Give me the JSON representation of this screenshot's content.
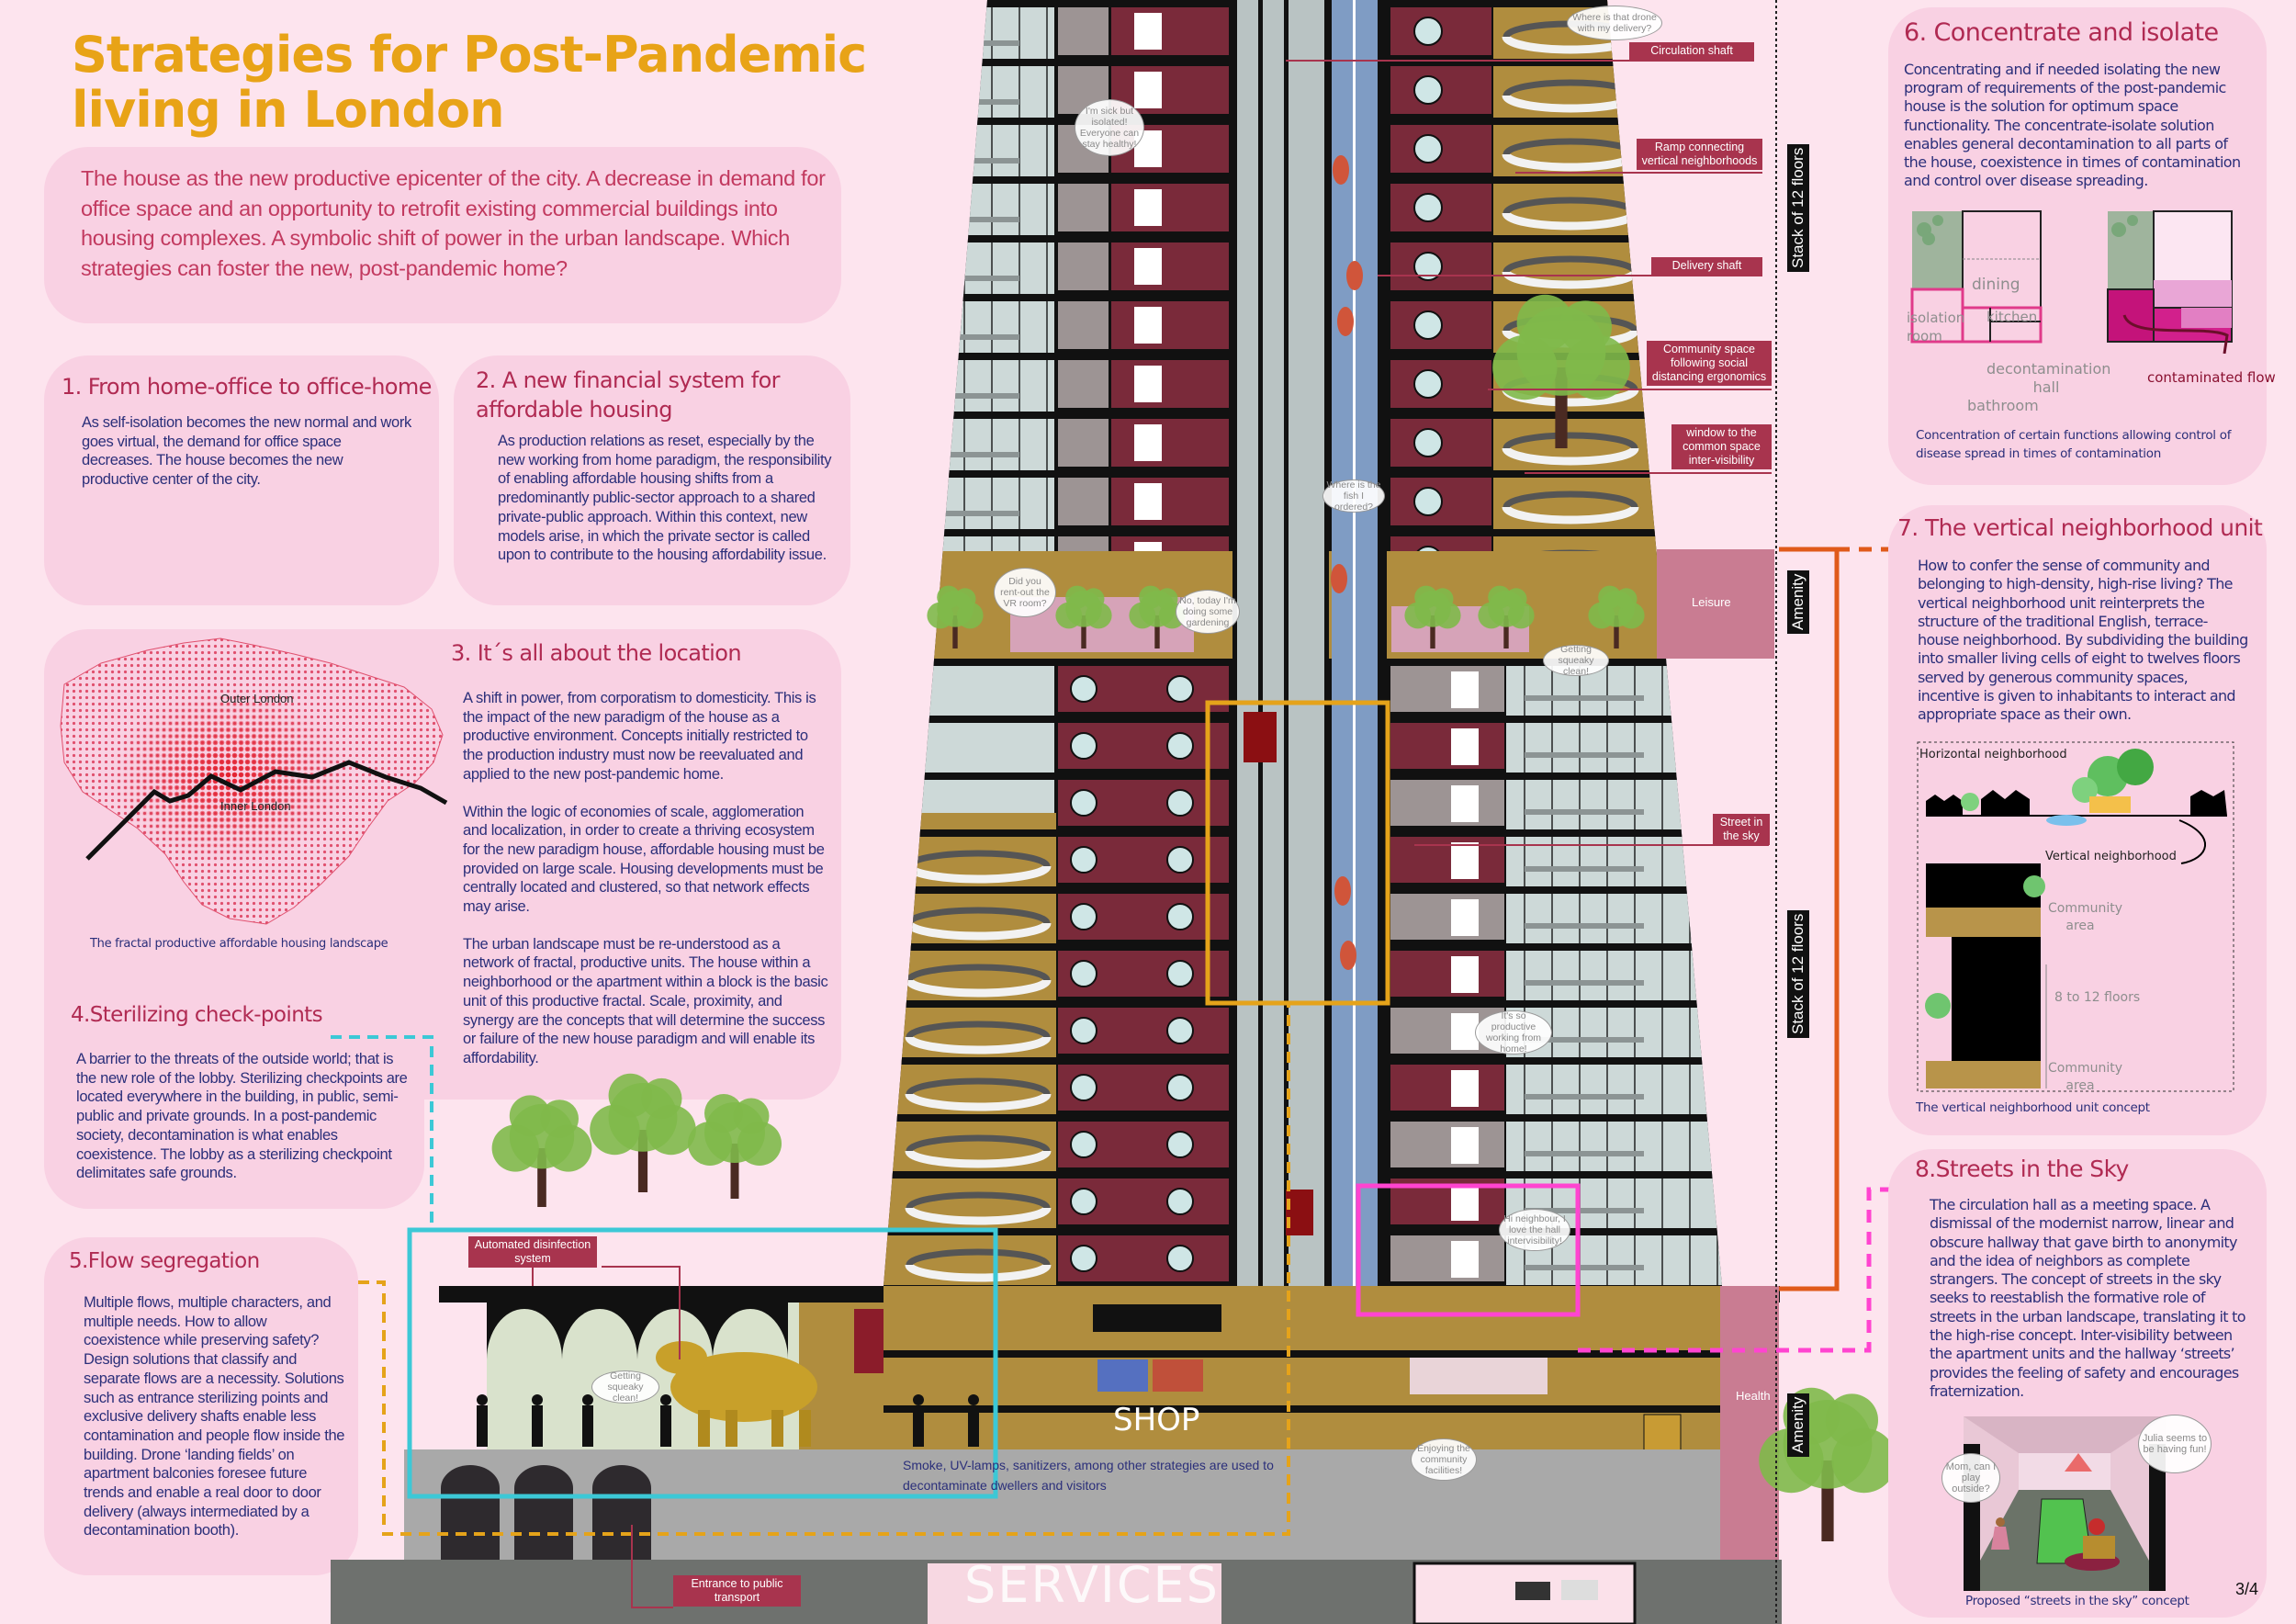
{
  "title": {
    "line1": "Strategies for Post-Pandemic",
    "line2": "living in London"
  },
  "intro": "The house as the new productive epicenter of the city. A decrease in demand for office space and an opportunity to retrofit existing commercial buildings into housing complexes. A symbolic shift of power in the urban landscape. Which strategies can foster the new, post-pandemic home?",
  "s1": {
    "heading": "1. From home-office to office-home",
    "body": "As self-isolation becomes the new normal and work goes virtual, the demand for office space decreases. The house becomes the new productive center of the city."
  },
  "s2": {
    "heading": "2. A new financial system for affordable housing",
    "body": "As production relations as reset, especially by the new working from home paradigm, the responsibility of enabling affordable housing shifts from a predominantly public-sector approach to a shared private-public approach. Within this context, new models arise, in which the private sector is called upon to contribute to the housing affordability issue."
  },
  "map": {
    "outer_label": "Outer London",
    "inner_label": "Inner London",
    "caption": "The fractal productive affordable housing landscape"
  },
  "s3": {
    "heading": "3. It´s all about the location",
    "paras": [
      "A shift in power, from corporatism to domesticity. This is the impact of the new paradigm of the house as a productive environment. Concepts initially restricted to the production industry must now be reevaluated and applied to the new post-pandemic home.",
      "Within the logic of economies of scale, agglomeration and localization, in order to create a thriving ecosystem for the new paradigm house, affordable housing must be provided on large scale. Housing developments must be centrally located and clustered, so that network effects may arise.",
      "The urban landscape must be re-understood as a network of fractal, productive units. The house within a neighborhood or the apartment within a block is the basic unit of this productive fractal. Scale, proximity, and synergy are the concepts that will determine the success or failure of the new house paradigm and will enable its affordability."
    ]
  },
  "s4": {
    "heading": "4.Sterilizing check-points",
    "body": "A barrier to the threats of the outside world; that is the new role of the lobby. Sterilizing checkpoints are located everywhere in the building, in public, semi-public and private grounds. In a post-pandemic society, decontamination is what enables coexistence. The lobby as a sterilizing checkpoint delimitates safe grounds."
  },
  "s5": {
    "heading": "5.Flow segregation",
    "body": "Multiple flows, multiple characters, and multiple needs. How to allow coexistence while preserving safety? Design solutions that classify and separate flows are a necessity. Solutions such as entrance sterilizing points and exclusive delivery shafts enable less contamination and people flow inside the building. Drone ‘landing fields’ on apartment balconies foresee future trends and enable a real door to door delivery (always intermediated by a decontamination booth)."
  },
  "s6": {
    "heading": "6. Concentrate and isolate",
    "body": "Concentrating and if needed isolating the new program of requirements of the post-pandemic house is the solution for optimum space functionality. The concentrate-isolate solution enables general decontamination to all parts of the house, coexistence in times of contamination and control over disease spreading.",
    "labels": {
      "dining": "dining",
      "isolation": "isolation room",
      "kitchen": "kitchen",
      "decon": "decontamination hall",
      "bathroom": "bathroom",
      "flow": "contaminated flow"
    },
    "caption": "Concentration of certain functions allowing control of disease spread in times of contamination"
  },
  "s7": {
    "heading": "7. The vertical neighborhood unit",
    "body": "How to confer the sense of community and belonging to high-density, high-rise living? The vertical neighborhood unit reinterprets the structure of the traditional English, terrace-house neighborhood. By subdividing the building into smaller living cells of eight to twelves floors served by generous community spaces, incentive is given to inhabitants to interact and appropriate space as their own.",
    "labels": {
      "horizontal": "Horizontal neighborhood",
      "vertical": "Vertical neighborhood",
      "community_top": "Community area",
      "floors": "8 to 12 floors",
      "community_bottom": "Community area"
    },
    "caption": "The vertical neighborhood unit concept"
  },
  "s8": {
    "heading": "8.Streets in the Sky",
    "body": "The circulation hall as a meeting space. A dismissal of the modernist narrow, linear and obscure hallway that gave birth to anonymity and the idea of neighbors as complete strangers.  The concept of streets in the sky seeks to reestablish the formative role of streets in the urban landscape, translating it to the high-rise concept. Inter-visibility between the apartment units and the hallway ‘streets’ provides the feeling of safety and encourages fraternization.",
    "bubble_left": "Mom, can I play outside?",
    "bubble_right": "Julia seems to be having fun!",
    "caption": "Proposed “streets in the sky” concept"
  },
  "building": {
    "labels": {
      "circulation": "Circulation shaft",
      "ramp": "Ramp connecting vertical neighborhoods",
      "delivery": "Delivery shaft",
      "community": "Community space following social distancing ergonomics",
      "window": "window to the common space inter-visibility",
      "street": "Street in the sky",
      "disinfection": "Automated disinfection system",
      "transport": "Entrance to public transport"
    },
    "stack_top": "Stack of 12 floors",
    "stack_bottom": "Stack of 12 floors",
    "amenity_top": "Amenity",
    "amenity_bottom": "Amenity",
    "leisure": "Leisure",
    "health": "Health",
    "shop": "SHOP",
    "services": "SERVICES",
    "lobby_caption": "Smoke, UV-lamps, sanitizers, among other strategies are used to decontaminate dwellers and visitors",
    "bubbles": {
      "drone": "Where is that drone with my delivery?",
      "sick": "I'm sick but isolated! Everyone can stay healthy!",
      "fish": "Where is the fish I ordered?",
      "vr": "Did you rent-out the VR room?",
      "garden": "No, today I'm doing some gardening",
      "clean_top": "Getting squeaky clean!",
      "productive": "It's so productive working from home!",
      "neighbour": "Hi neighbour, I love the hall intervisibility!",
      "facilities": "Enjoying the community facilities!",
      "clean_lobby": "Getting squeaky clean!"
    }
  },
  "page_number": "3/4",
  "colors": {
    "title": "#e8a317",
    "heading": "#b02a52",
    "body": "#2b2f7a",
    "label_bg": "#a8344e",
    "card": "#f9d1e3",
    "page": "#fde4ee"
  }
}
